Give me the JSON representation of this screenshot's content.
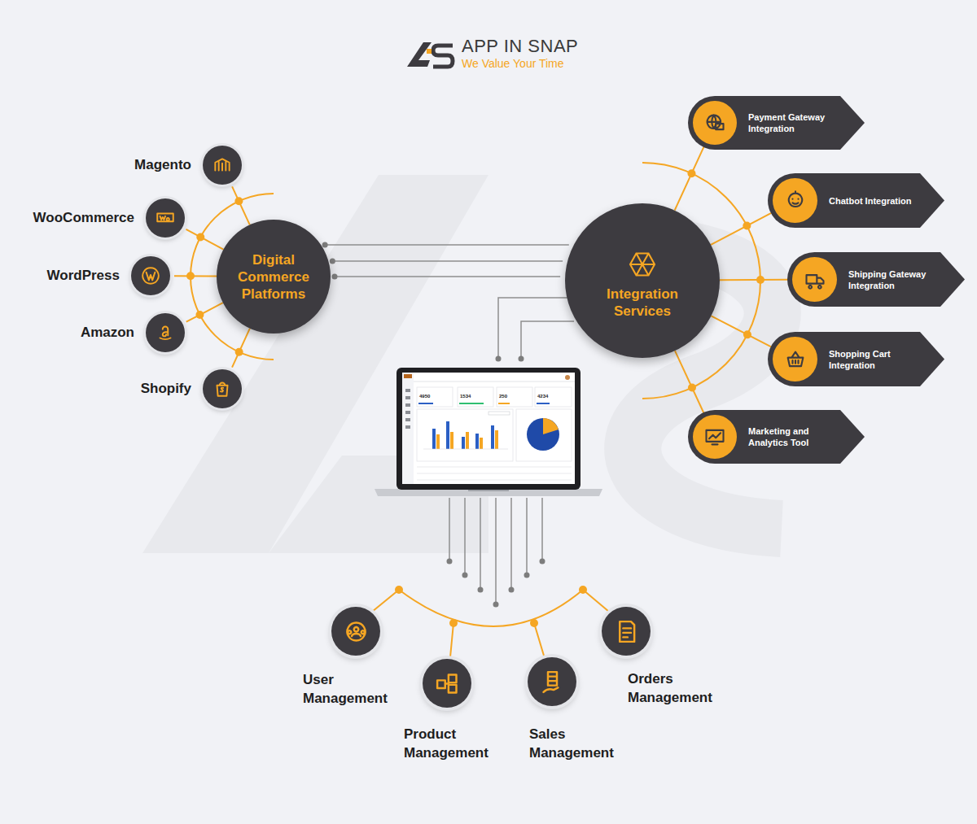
{
  "diagram": {
    "nodes": [
      {
        "text": [
          "Digital Commerce Platforms"
        ]
      },
      {
        "text": [
          "Magento"
        ]
      },
      {
        "text": [
          "WooCommerce"
        ]
      },
      {
        "text": [
          "WordPress"
        ]
      },
      {
        "text": [
          "Amazon"
        ]
      },
      {
        "text": [
          "Shopify"
        ]
      },
      {
        "text": [
          "Integration Services"
        ]
      },
      {
        "text": [
          "Payment Gateway Integration"
        ]
      },
      {
        "text": [
          "Chatbot Integration"
        ]
      },
      {
        "text": [
          "Shipping Gateway Integration"
        ]
      },
      {
        "text": [
          "Shopping Cart Integration"
        ]
      },
      {
        "text": [
          "Marketing and Analytics Tool"
        ]
      },
      {
        "text": [
          "User Management"
        ]
      },
      {
        "text": [
          "Product Management"
        ]
      },
      {
        "text": [
          "Sales Management"
        ]
      },
      {
        "text": [
          "Orders Management"
        ]
      }
    ],
    "edges": [
      {
        "from": 0,
        "to": 1,
        "arrow": "none"
      },
      {
        "from": 0,
        "to": 2,
        "arrow": "none"
      },
      {
        "from": 0,
        "to": 3,
        "arrow": "none"
      },
      {
        "from": 0,
        "to": 4,
        "arrow": "none"
      },
      {
        "from": 0,
        "to": 5,
        "arrow": "none"
      },
      {
        "from": 0,
        "to": 6,
        "arrow": "none"
      },
      {
        "from": 0,
        "to": 6,
        "arrow": "none"
      },
      {
        "from": 0,
        "to": 6,
        "arrow": "none"
      },
      {
        "from": 6,
        "to": 7,
        "arrow": "none"
      },
      {
        "from": 6,
        "to": 8,
        "arrow": "none"
      },
      {
        "from": 6,
        "to": 9,
        "arrow": "none"
      },
      {
        "from": 6,
        "to": 10,
        "arrow": "none"
      },
      {
        "from": 6,
        "to": 11,
        "arrow": "none"
      }
    ],
    "labels": [
      "APP IN SNAP",
      "We Value Your Time",
      "4950",
      "1534",
      "250",
      "4234"
    ]
  }
}
